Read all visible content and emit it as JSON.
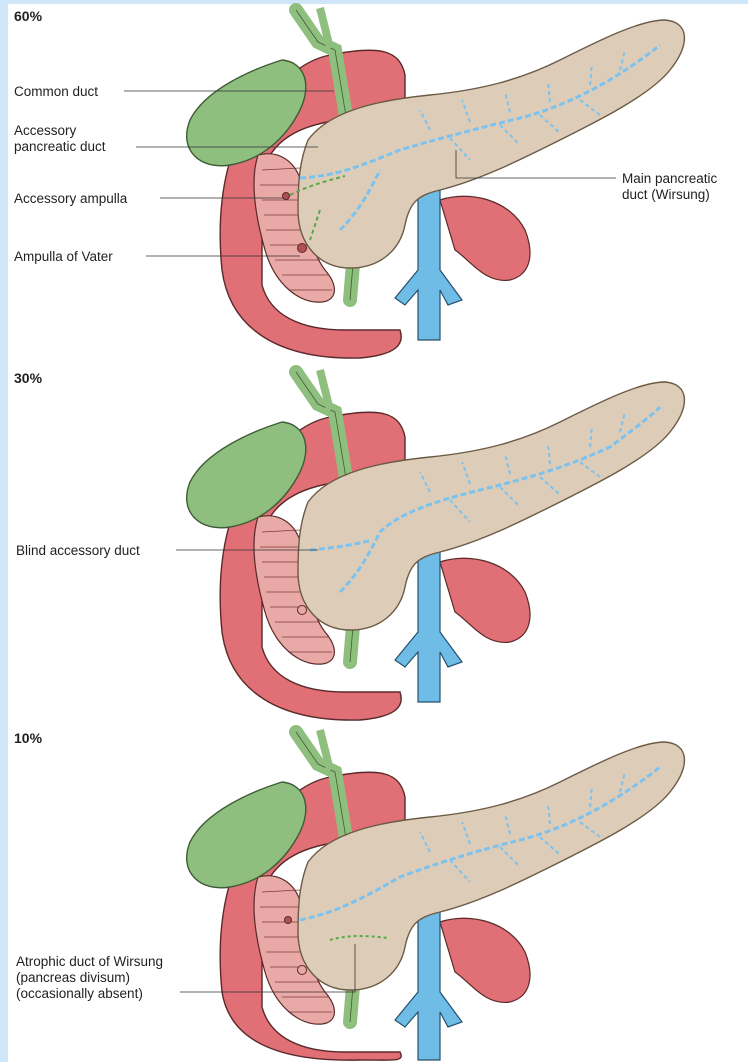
{
  "panels": [
    {
      "percent": "60%",
      "labels": {
        "common_duct": "Common duct",
        "accessory_pancreatic_duct": "Accessory\npancreatic duct",
        "accessory_ampulla": "Accessory ampulla",
        "ampulla_of_vater": "Ampulla of Vater",
        "main_pancreatic_duct": "Main pancreatic\nduct (Wirsung)"
      }
    },
    {
      "percent": "30%",
      "labels": {
        "blind_accessory_duct": "Blind accessory duct"
      }
    },
    {
      "percent": "10%",
      "labels": {
        "atrophic_duct": "Atrophic duct of Wirsung\n(pancreas divisum)\n(occasionally absent)"
      }
    }
  ],
  "colors": {
    "gallbladder": "#8fbf7e",
    "duodenum": "#e06f76",
    "duodenum_inner": "#e9a9a6",
    "pancreas": "#ddcdb8",
    "duct": "#7cc2ef",
    "vein": "#6fbde6",
    "common_duct_line": "#58a84a"
  }
}
